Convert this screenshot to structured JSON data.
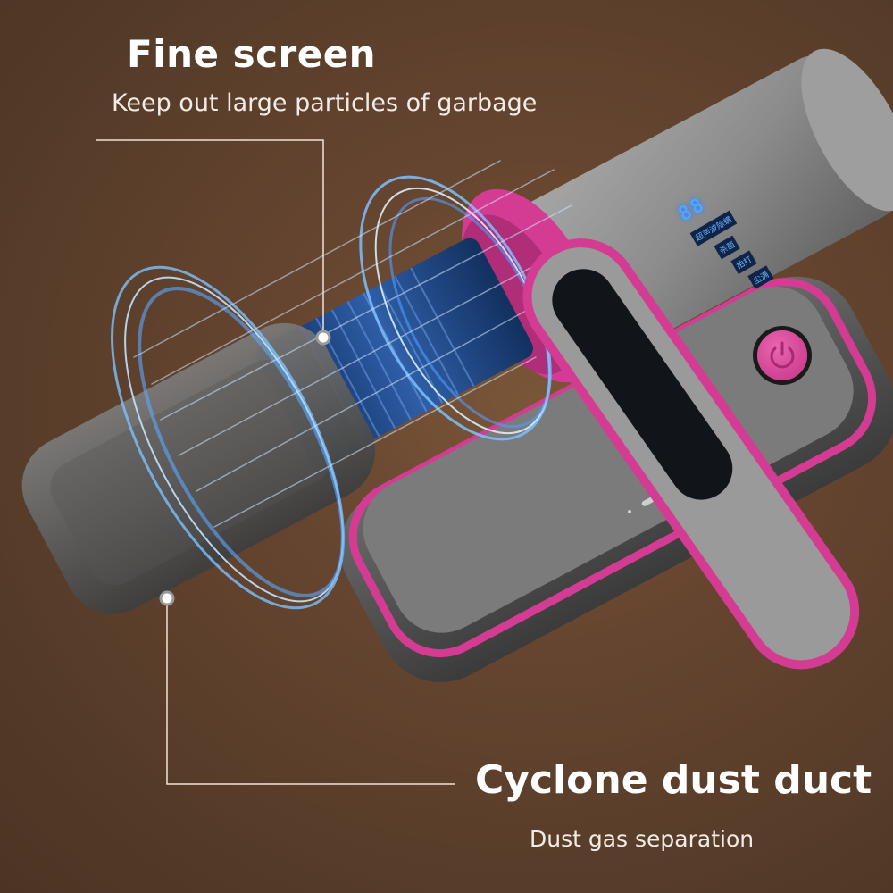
{
  "callouts": [
    {
      "title": "Fine screen",
      "subtitle": "Keep out large particles of garbage"
    },
    {
      "title": "Cyclone dust duct",
      "subtitle": "Dust gas separation"
    }
  ],
  "device": {
    "display_digits": "88",
    "mode_labels": [
      "超声波除螨",
      "杀菌",
      "拍打",
      "尘满"
    ],
    "power_icon": "power-icon"
  },
  "colors": {
    "background": "#5c4030",
    "accent_pink": "#d43c93",
    "body_gray": "#8a8a8a",
    "display_blue": "#4aa8ff",
    "text": "#ffffff"
  }
}
